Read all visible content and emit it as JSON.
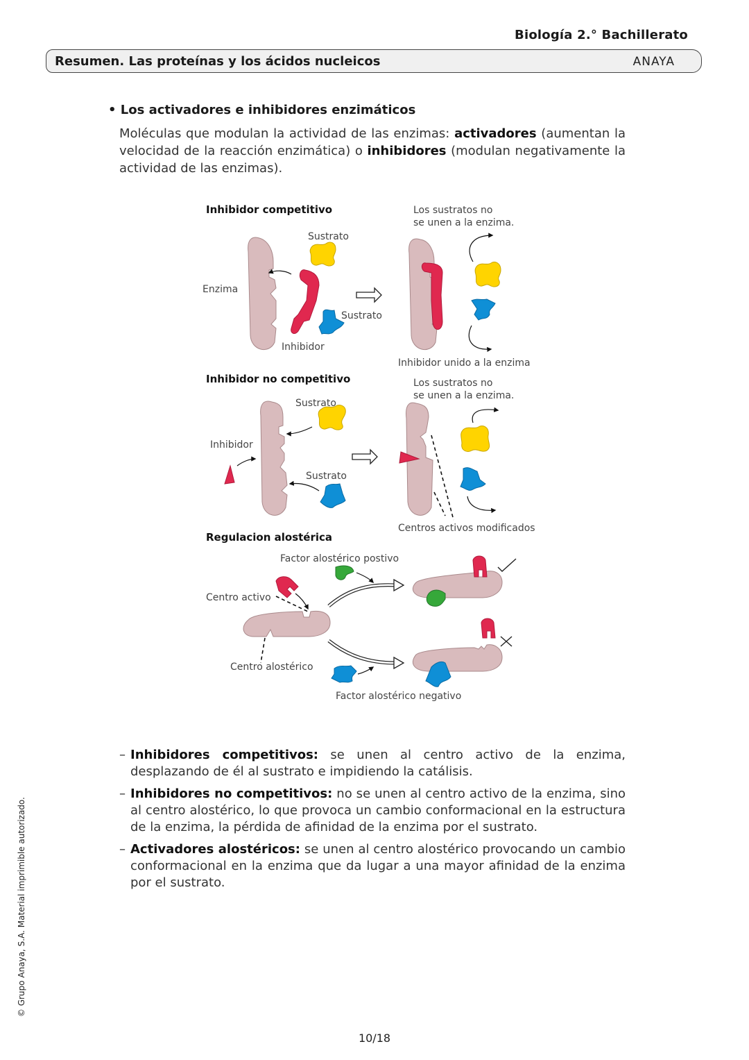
{
  "header": {
    "subject": "Biología 2.° Bachillerato",
    "title": "Resumen. Las proteínas y los ácidos nucleicos",
    "logo": "ANAYA"
  },
  "section": {
    "heading": "Los activadores e inhibidores enzimáticos",
    "intro": {
      "t1": "Moléculas que modulan la actividad de las enzimas: ",
      "b1": "activadores",
      "t2": " (aumentan la velocidad de la reacción enzimática) o ",
      "b2": "inhibidores",
      "t3": " (modulan negativamente la actividad de las enzimas)."
    }
  },
  "figure": {
    "competitive": {
      "title": "Inhibidor competitivo",
      "enzyme": "Enzima",
      "substrate_top": "Sustrato",
      "substrate_bottom": "Sustrato",
      "inhibitor": "Inhibidor",
      "note_line1": "Los sustratos no",
      "note_line2": "se unen a la enzima.",
      "result": "Inhibidor unido a la enzima"
    },
    "noncompetitive": {
      "title": "Inhibidor no competitivo",
      "substrate_top": "Sustrato",
      "substrate_bottom": "Sustrato",
      "inhibitor": "Inhibidor",
      "note_line1": "Los sustratos no",
      "note_line2": "se unen a la enzima.",
      "result": "Centros activos modificados"
    },
    "allosteric": {
      "title": "Regulacion alostérica",
      "positive": "Factor alostérico postivo",
      "active_site": "Centro activo",
      "allosteric_site": "Centro alostérico",
      "negative": "Factor alostérico negativo"
    },
    "colors": {
      "enzyme": "#d9bbbd",
      "enzyme_stroke": "#a9898b",
      "inhibitor": "#e0284f",
      "substrate_yellow": "#ffd400",
      "substrate_blue": "#0f8fd6",
      "positive_factor": "#36a83a"
    }
  },
  "bullets": [
    {
      "bold": "Inhibidores competitivos:",
      "text": " se unen al centro activo de la enzima, desplazando de él al sustrato e impidiendo la catálisis."
    },
    {
      "bold": "Inhibidores no competitivos:",
      "text": " no se unen al centro activo de la enzima, sino al centro alostérico, lo que provoca un cambio conformacional en la estructura de la enzima, la pérdida de afinidad de la enzima por el sustrato."
    },
    {
      "bold": "Activadores alostéricos:",
      "text": " se unen al centro alostérico provocando un cambio conformacional en la enzima que da lugar a una mayor afinidad de la enzima por el sustrato."
    }
  ],
  "footer": {
    "page": "10/18",
    "copyright": "© Grupo Anaya, S.A. Material imprimible autorizado."
  }
}
